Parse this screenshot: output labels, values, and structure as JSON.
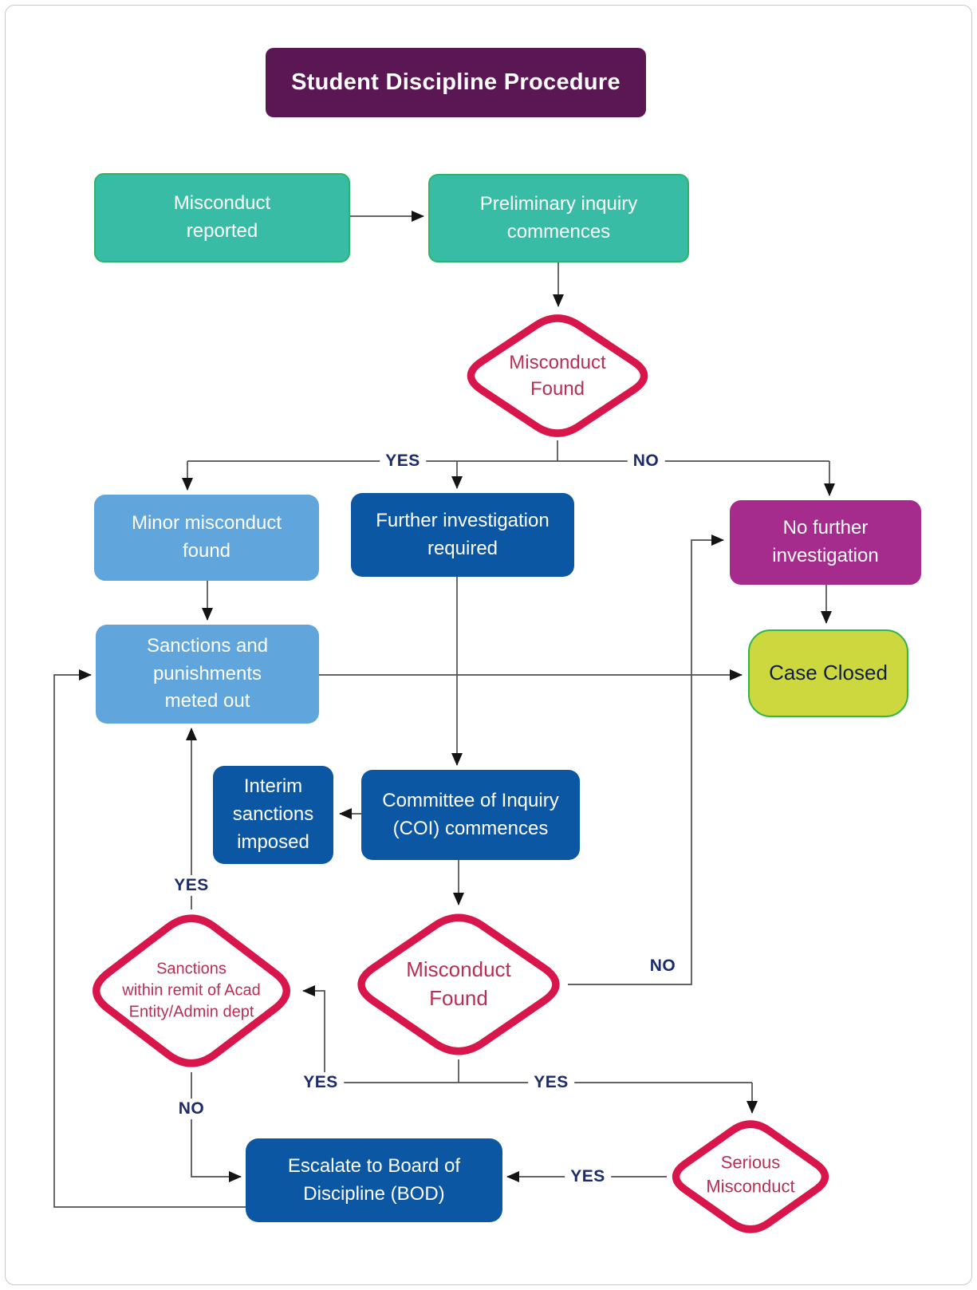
{
  "title": "Student Discipline Procedure",
  "nodes": {
    "misconduct_reported": {
      "lines": [
        "Misconduct",
        "reported"
      ]
    },
    "preliminary_inquiry": {
      "lines": [
        "Preliminary inquiry",
        "commences"
      ]
    },
    "minor_misconduct": {
      "lines": [
        "Minor misconduct",
        "found"
      ]
    },
    "further_investigation": {
      "lines": [
        "Further investigation",
        "required"
      ]
    },
    "no_further_investigation": {
      "lines": [
        "No further",
        "investigation"
      ]
    },
    "sanctions_punishments": {
      "lines": [
        "Sanctions and",
        "punishments",
        "meted out"
      ]
    },
    "case_closed": {
      "lines": [
        "Case Closed"
      ]
    },
    "interim_sanctions": {
      "lines": [
        "Interim",
        "sanctions",
        "imposed"
      ]
    },
    "coi_commences": {
      "lines": [
        "Committee of Inquiry",
        "(COI) commences"
      ]
    },
    "escalate_bod": {
      "lines": [
        "Escalate to Board of",
        "Discipline (BOD)"
      ]
    }
  },
  "decisions": {
    "misconduct_found_1": {
      "lines": [
        "Misconduct",
        "Found"
      ]
    },
    "sanctions_within_remit": {
      "lines": [
        "Sanctions",
        "within remit of Acad",
        "Entity/Admin dept"
      ]
    },
    "misconduct_found_2": {
      "lines": [
        "Misconduct",
        "Found"
      ]
    },
    "serious_misconduct": {
      "lines": [
        "Serious",
        "Misconduct"
      ]
    }
  },
  "edge_labels": {
    "yes": "YES",
    "no": "NO"
  },
  "colors": {
    "title_bg": "#5a1754",
    "teal_fill": "#38bca6",
    "teal_border": "#2cb566",
    "light_blue": "#60a6dc",
    "dark_blue": "#0b57a4",
    "magenta": "#a52b8c",
    "lime_fill": "#ccd83e",
    "lime_border": "#2eb54c",
    "diamond_stroke": "#d8164b",
    "diamond_text": "#b92e55",
    "label_navy": "#1c2b6a",
    "line_gray": "#4f4f4f",
    "text_white": "#ffffff"
  }
}
